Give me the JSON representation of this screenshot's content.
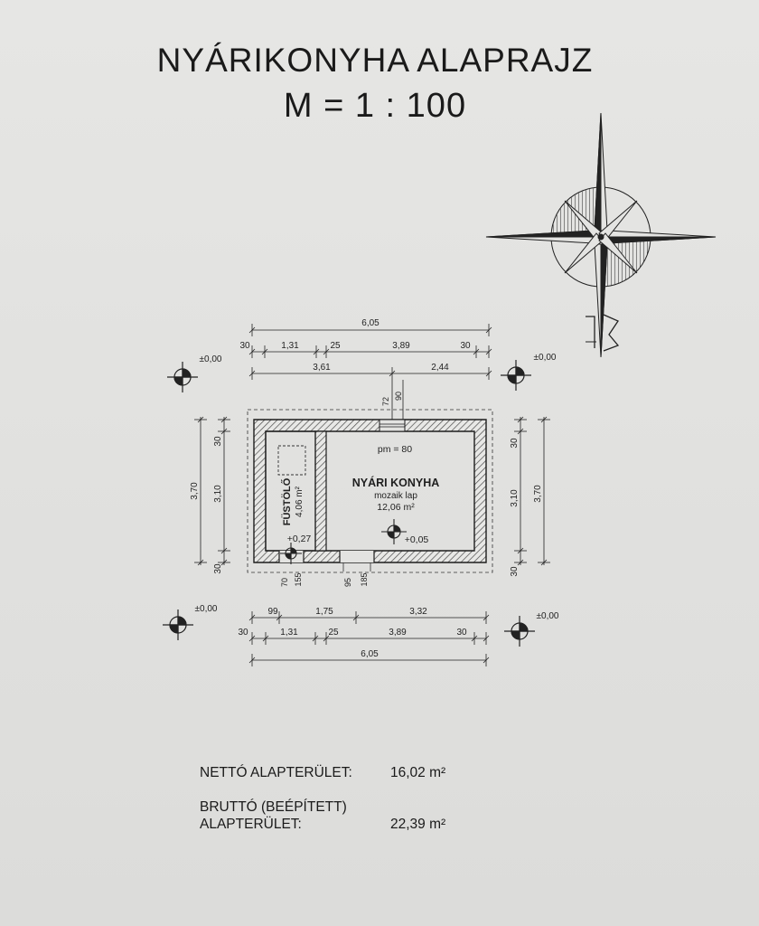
{
  "title": {
    "line1": "NYÁRIKONYHA  ALAPRAJZ",
    "line2": "M = 1 : 100"
  },
  "plan": {
    "dims_top": {
      "overall": "6,05",
      "row2": [
        "30",
        "1,31",
        "25",
        "3,89",
        "30"
      ],
      "row3": [
        "3,61",
        "2,44"
      ],
      "window": [
        "72",
        "90"
      ]
    },
    "dims_bottom": {
      "row1": [
        "99",
        "1,75",
        "3,32"
      ],
      "row2": [
        "30",
        "1,31",
        "25",
        "3,89",
        "30"
      ],
      "overall": "6,05",
      "doors": [
        "70",
        "155",
        "95",
        "185"
      ]
    },
    "dims_left": {
      "overall": "3,70",
      "inner": "3,10",
      "wall_top": "30",
      "wall_bottom": "30"
    },
    "dims_right": {
      "overall": "3,70",
      "inner": "3,10",
      "wall_top": "30",
      "wall_bottom": "30"
    },
    "levels": {
      "top_left": "±0,00",
      "top_right": "±0,00",
      "bottom_left": "±0,00",
      "bottom_right": "±0,00",
      "fustolo": "+0,27",
      "kitchen": "+0,05"
    },
    "rooms": {
      "fustolo": {
        "name": "FÜSTÖLŐ",
        "area": "4,06 m²"
      },
      "kitchen": {
        "name": "NYÁRI KONYHA",
        "floor": "mozaik lap",
        "area": "12,06 m²"
      }
    },
    "parapet": "pm = 80"
  },
  "summary": {
    "netto_label": "NETTÓ ALAPTERÜLET:",
    "netto_value": "16,02 m²",
    "brutto_label_1": "BRUTTÓ (BEÉPÍTETT)",
    "brutto_label_2": "ALAPTERÜLET:",
    "brutto_value": "22,39 m²"
  },
  "colors": {
    "ink": "#1d1d1d",
    "paper": "#e3e3e1",
    "hatch": "#555555"
  }
}
